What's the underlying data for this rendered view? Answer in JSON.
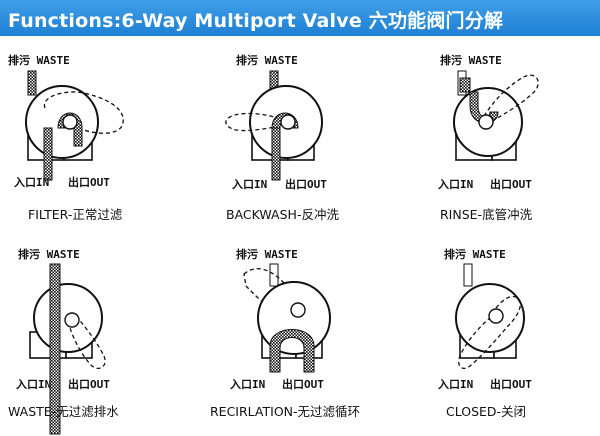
{
  "title": "Functions:6-Way Multiport Valve 六功能阀门分解",
  "labels": {
    "waste": "排污 WASTE",
    "inlet": "入口IN",
    "outlet": "出口OUT"
  },
  "panels": [
    {
      "caption": "FILTER-正常过滤"
    },
    {
      "caption": "BACKWASH-反冲洗"
    },
    {
      "caption": "RINSE-底管冲洗"
    },
    {
      "caption": "WASTE-无过滤排水"
    },
    {
      "caption": "RECIRLATION-无过滤循环"
    },
    {
      "caption": "CLOSED-关闭"
    }
  ],
  "colors": {
    "banner": "#2a8ee0",
    "ink": "#111111"
  }
}
